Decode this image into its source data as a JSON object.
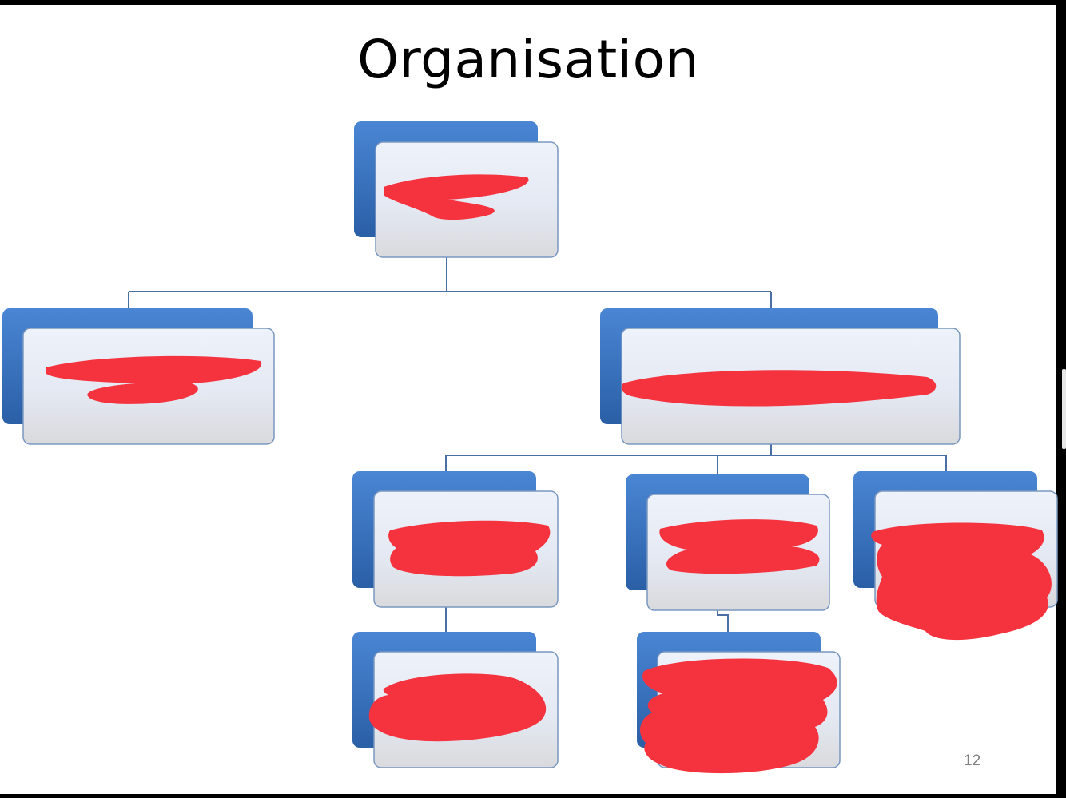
{
  "slide": {
    "title": "Organisation",
    "page_number": "12"
  },
  "org_chart": {
    "nodes": [
      {
        "id": "root",
        "label": "",
        "redacted": true
      },
      {
        "id": "left",
        "label": "",
        "redacted": true
      },
      {
        "id": "right",
        "label": "",
        "redacted": true
      },
      {
        "id": "c1",
        "label": "",
        "redacted": true
      },
      {
        "id": "c2",
        "label": "",
        "redacted": true
      },
      {
        "id": "c3",
        "label": "",
        "redacted": true
      },
      {
        "id": "c1a",
        "label": "",
        "redacted": true
      },
      {
        "id": "c2a",
        "label": "",
        "redacted": true
      }
    ],
    "edges": [
      [
        "root",
        "left"
      ],
      [
        "root",
        "right"
      ],
      [
        "right",
        "c1"
      ],
      [
        "right",
        "c2"
      ],
      [
        "right",
        "c3"
      ],
      [
        "c1",
        "c1a"
      ],
      [
        "c2",
        "c2a"
      ]
    ]
  },
  "colors": {
    "box_back_top": "#4a86d4",
    "box_back_bottom": "#2a5fa6",
    "box_front_top": "#e8eef8",
    "box_front_bottom": "#dcdde0",
    "box_border": "#7a97c0",
    "connector": "#4a6fa5",
    "redaction": "#f5333f",
    "page_number": "#7f7f7f"
  }
}
